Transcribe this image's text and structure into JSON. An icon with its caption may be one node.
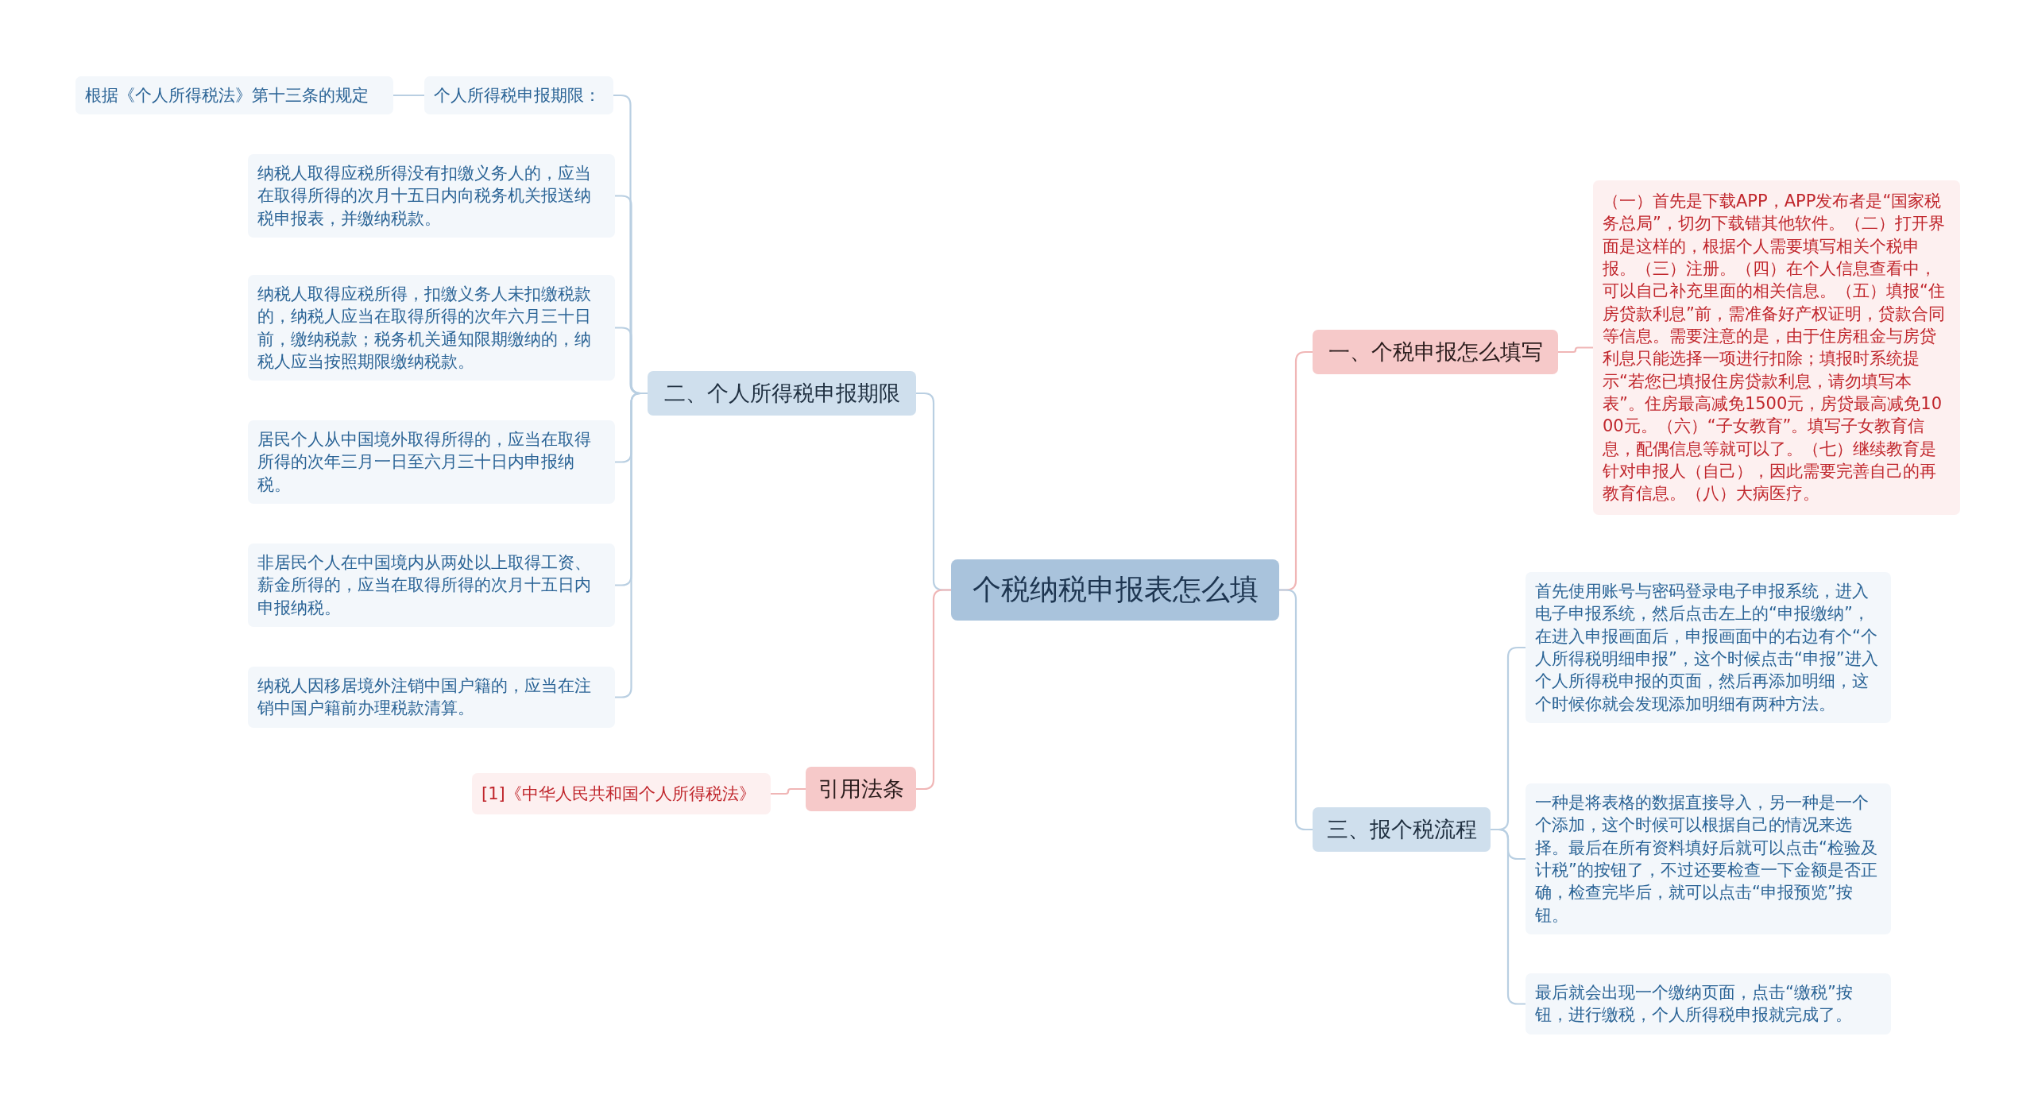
{
  "diagram": {
    "nodes": [
      {
        "text": [
          "个税纳税申报表怎么填"
        ]
      },
      {
        "text": [
          "二、个人所得税申报期限"
        ]
      },
      {
        "text": [
          "个人所得税申报期限："
        ]
      },
      {
        "text": [
          "根据《个人所得税法》第十三条的规定"
        ]
      },
      {
        "text": [
          "纳税人取得应税所得没有扣缴义务人的，应当在取得所得的次月十五日内向税务机关报送纳税申报表，并缴纳税款。"
        ]
      },
      {
        "text": [
          "纳税人取得应税所得，扣缴义务人未扣缴税款的，纳税人应当在取得所得的次年六月三十日前，缴纳税款；税务机关通知限期缴纳的，纳税人应当按照期限缴纳税款。"
        ]
      },
      {
        "text": [
          "居民个人从中国境外取得所得的，应当在取得所得的次年三月一日至六月三十日内申报纳税。"
        ]
      },
      {
        "text": [
          "非居民个人在中国境内从两处以上取得工资、薪金所得的，应当在取得所得的次月十五日内申报纳税。"
        ]
      },
      {
        "text": [
          "纳税人因移居境外注销中国户籍的，应当在注销中国户籍前办理税款清算。"
        ]
      },
      {
        "text": [
          "引用法条"
        ]
      },
      {
        "text": [
          "[1]《中华人民共和国个人所得税法》"
        ]
      },
      {
        "text": [
          "一、个税申报怎么填写"
        ]
      },
      {
        "text": [
          "（一）首先是下载APP，APP发布者是“国家税务总局”，切勿下载错其他软件。（二）打开界面是这样的，根据个人需要填写相关个税申报。（三）注册。（四）在个人信息查看中，可以自己补充里面的相关信息。（五）填报“住房贷款利息”前，需准备好产权证明，贷款合同等信息。需要注意的是，由于住房租金与房贷利息只能选择一项进行扣除；填报时系统提示“若您已填报住房贷款利息，请勿填写本表”。住房最高减免1500元，房贷最高减免1000元。（六）“子女教育”。填写子女教育信息，配偶信息等就可以了。（七）继续教育是针对申报人（自己），因此需要完善自己的再教育信息。（八）大病医疗。"
        ]
      },
      {
        "text": [
          "三、报个税流程"
        ]
      },
      {
        "text": [
          "首先使用账号与密码登录电子申报系统，进入电子申报系统，然后点击左上的“申报缴纳”，在进入申报画面后，申报画面中的右边有个“个人所得税明细申报”，这个时候点击“申报”进入个人所得税申报的页面，然后再添加明细，这个时候你就会发现添加明细有两种方法。"
        ]
      },
      {
        "text": [
          "一种是将表格的数据直接导入，另一种是一个个添加，这个时候可以根据自己的情况来选择。最后在所有资料填好后就可以点击“检验及计税”的按钮了，不过还要检查一下金额是否正确，检查完毕后，就可以点击“申报预览”按钮。"
        ]
      },
      {
        "text": [
          "最后就会出现一个缴纳页面，点击“缴税”按钮，进行缴税，个人所得税申报就完成了。"
        ]
      }
    ],
    "edges": [
      {
        "from": 0,
        "to": 1,
        "arrow": "none"
      },
      {
        "from": 1,
        "to": 2,
        "arrow": "none"
      },
      {
        "from": 2,
        "to": 3,
        "arrow": "none"
      },
      {
        "from": 1,
        "to": 4,
        "arrow": "none"
      },
      {
        "from": 1,
        "to": 5,
        "arrow": "none"
      },
      {
        "from": 1,
        "to": 6,
        "arrow": "none"
      },
      {
        "from": 1,
        "to": 7,
        "arrow": "none"
      },
      {
        "from": 1,
        "to": 8,
        "arrow": "none"
      },
      {
        "from": 0,
        "to": 9,
        "arrow": "none",
        "color": "#f0b6b6"
      },
      {
        "from": 9,
        "to": 10,
        "arrow": "none",
        "color": "#f0b6b6"
      },
      {
        "from": 0,
        "to": 11,
        "arrow": "none",
        "color": "#f0b6b6"
      },
      {
        "from": 11,
        "to": 12,
        "arrow": "none",
        "color": "#f0b6b6"
      },
      {
        "from": 0,
        "to": 13,
        "arrow": "none"
      },
      {
        "from": 13,
        "to": 14,
        "arrow": "none"
      },
      {
        "from": 13,
        "to": 15,
        "arrow": "none"
      },
      {
        "from": 13,
        "to": 16,
        "arrow": "none"
      }
    ]
  }
}
